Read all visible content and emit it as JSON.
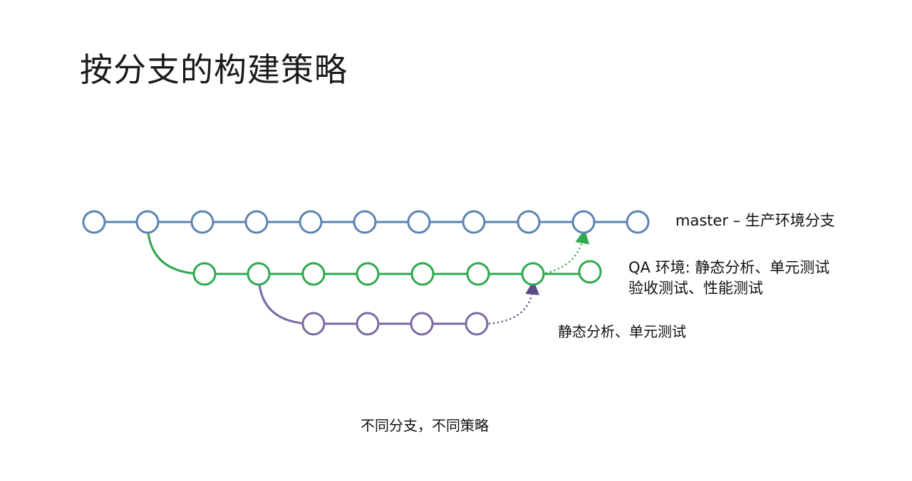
{
  "title": "按分支的构建策略",
  "caption": "不同分支，不同策略",
  "branches": {
    "master": {
      "label": "master – 生产环境分支",
      "color": "#5b84b1",
      "commits": 11
    },
    "qa": {
      "label_line1": "QA 环境: 静态分析、单元测试",
      "label_line2": "验收测试、性能测试",
      "color": "#2fa84f",
      "commits": 8
    },
    "feature": {
      "label": "静态分析、单元测试",
      "color": "#7b6aa3",
      "commits": 4
    }
  }
}
